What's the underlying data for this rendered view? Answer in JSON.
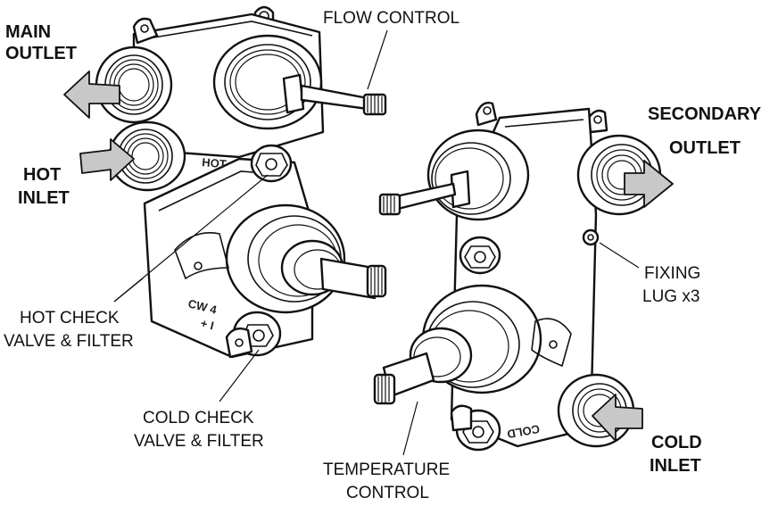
{
  "labels": {
    "main_outlet": [
      "MAIN",
      "OUTLET"
    ],
    "hot_inlet": [
      "HOT",
      "INLET"
    ],
    "flow_control": "FLOW CONTROL",
    "secondary_outlet": [
      "SECONDARY",
      "OUTLET"
    ],
    "fixing_lug": [
      "FIXING",
      "LUG x3"
    ],
    "hot_check_valve": [
      "HOT CHECK",
      "VALVE & FILTER"
    ],
    "cold_check_valve": [
      "COLD CHECK",
      "VALVE & FILTER"
    ],
    "temperature_control": [
      "TEMPERATURE",
      "CONTROL"
    ],
    "cold_inlet": [
      "COLD",
      "INLET"
    ]
  },
  "embossed": {
    "hot": "HOT",
    "cw_1": "CW 4",
    "cw_2": "+ I",
    "cold": "COLD"
  },
  "colors": {
    "arrow_fill": "#c8c8c8",
    "line": "#111111",
    "background": "#ffffff"
  },
  "icons": [
    "left-arrow",
    "right-arrow",
    "left-arrow-inlet"
  ]
}
